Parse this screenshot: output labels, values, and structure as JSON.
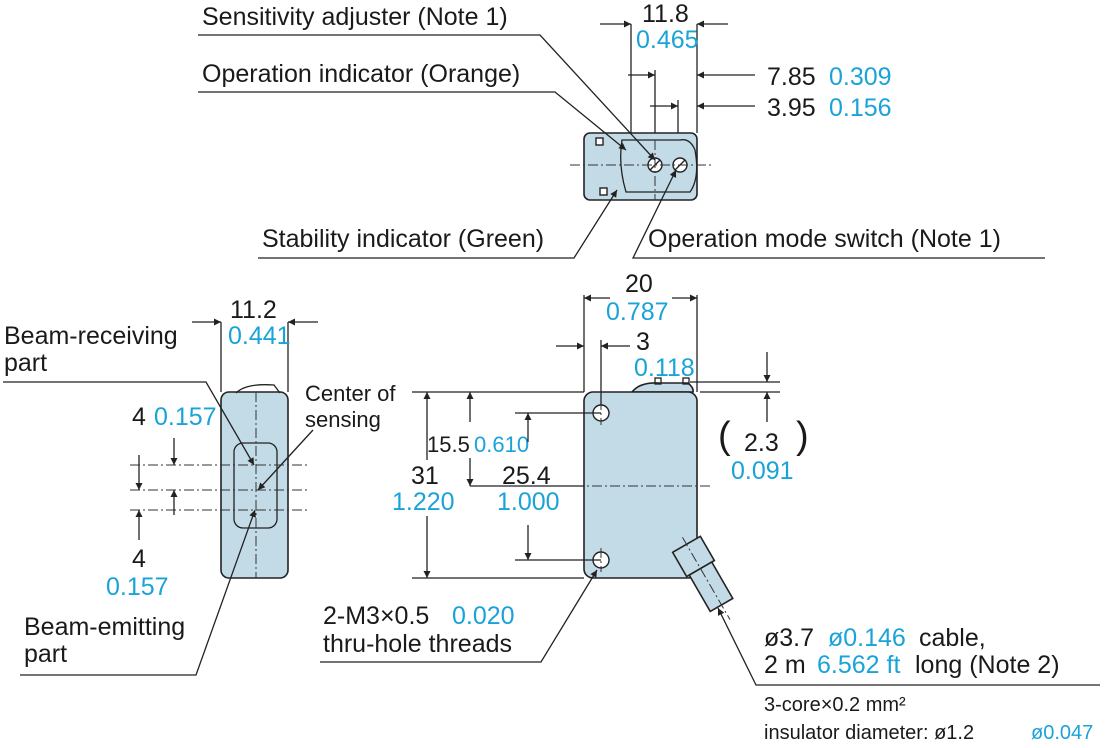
{
  "colors": {
    "body_fill": "#c3dbe6",
    "imperial_text": "#1aa3d8",
    "line": "#222222"
  },
  "top_view": {
    "sensitivity_adjuster": "Sensitivity adjuster (Note 1)",
    "operation_indicator": "Operation indicator (Orange)",
    "stability_indicator": "Stability indicator (Green)",
    "operation_mode_switch": "Operation mode switch (Note 1)",
    "dim_width": {
      "mm": "11.8",
      "in": "0.465"
    },
    "dim_a": {
      "mm": "7.85",
      "in": "0.309"
    },
    "dim_b": {
      "mm": "3.95",
      "in": "0.156"
    }
  },
  "side_view": {
    "beam_receiving_1": "Beam-receiving",
    "beam_receiving_2": "part",
    "beam_emitting_1": "Beam-emitting",
    "beam_emitting_2": "part",
    "center_1": "Center of",
    "center_2": "sensing",
    "dim_width": {
      "mm": "11.2",
      "in": "0.441"
    },
    "dim_upper": {
      "mm": "4",
      "in": "0.157"
    },
    "dim_lower": {
      "mm": "4",
      "in": "0.157"
    }
  },
  "front_view": {
    "dim_width": {
      "mm": "20",
      "in": "0.787"
    },
    "dim_offset": {
      "mm": "3",
      "in": "0.118"
    },
    "dim_top": {
      "mm": "2.3",
      "in": "0.091"
    },
    "dim_height": {
      "mm": "31",
      "in": "1.220"
    },
    "dim_half": {
      "mm": "15.5",
      "in": "0.610"
    },
    "dim_pitch": {
      "mm": "25.4",
      "in": "1.000"
    },
    "thread_1_mm": "2-M3×0.5",
    "thread_1_in": "0.020",
    "thread_2": "thru-hole threads",
    "cable_1_mm": "ø3.7",
    "cable_1_in": "ø0.146",
    "cable_1_tail": "cable,",
    "cable_2_mm": "2 m",
    "cable_2_in": "6.562 ft",
    "cable_2_tail": "long (Note 2)",
    "core": "3-core×0.2 mm²",
    "insulator_mm": "insulator diameter: ø1.2",
    "insulator_in": "ø0.047"
  }
}
